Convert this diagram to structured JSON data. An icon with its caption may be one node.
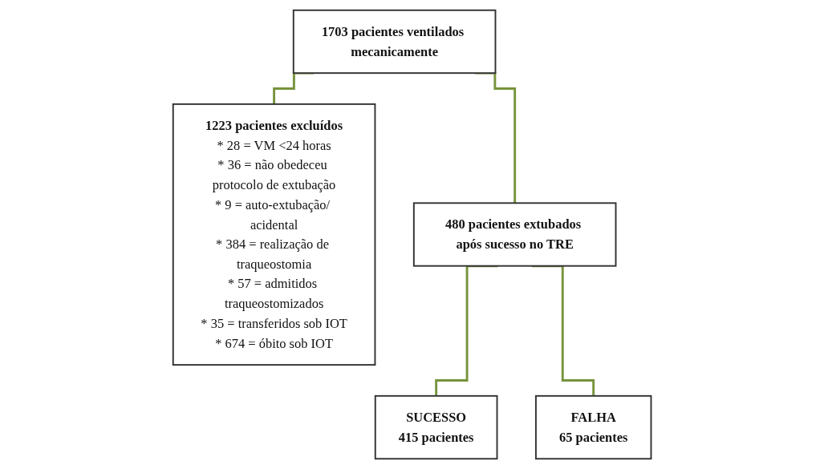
{
  "diagram": {
    "nodes": [
      {
        "text": [
          "1703 pacientes ventilados mecanicamente"
        ]
      },
      {
        "text": [
          "1223 pacientes excluídos",
          "* 28 = VM <24 horas",
          "* 36 = não obedeceu protocolo de extubação",
          "* 9 = auto-extubação/ acidental",
          "* 384 = realização de traqueostomia",
          "* 57 = admitidos traqueostomizados",
          "* 35 = transferidos sob IOT",
          "* 674 = óbito sob IOT"
        ]
      },
      {
        "text": [
          "480 pacientes extubados após sucesso no TRE"
        ]
      },
      {
        "text": [
          "SUCESSO",
          "415 pacientes"
        ]
      },
      {
        "text": [
          "FALHA",
          "65 pacientes"
        ]
      }
    ],
    "edges": [
      {
        "from": 0,
        "to": 1,
        "arrow": "none"
      },
      {
        "from": 0,
        "to": 2,
        "arrow": "none"
      },
      {
        "from": 2,
        "to": 3,
        "arrow": "none"
      },
      {
        "from": 2,
        "to": 4,
        "arrow": "none"
      }
    ]
  }
}
